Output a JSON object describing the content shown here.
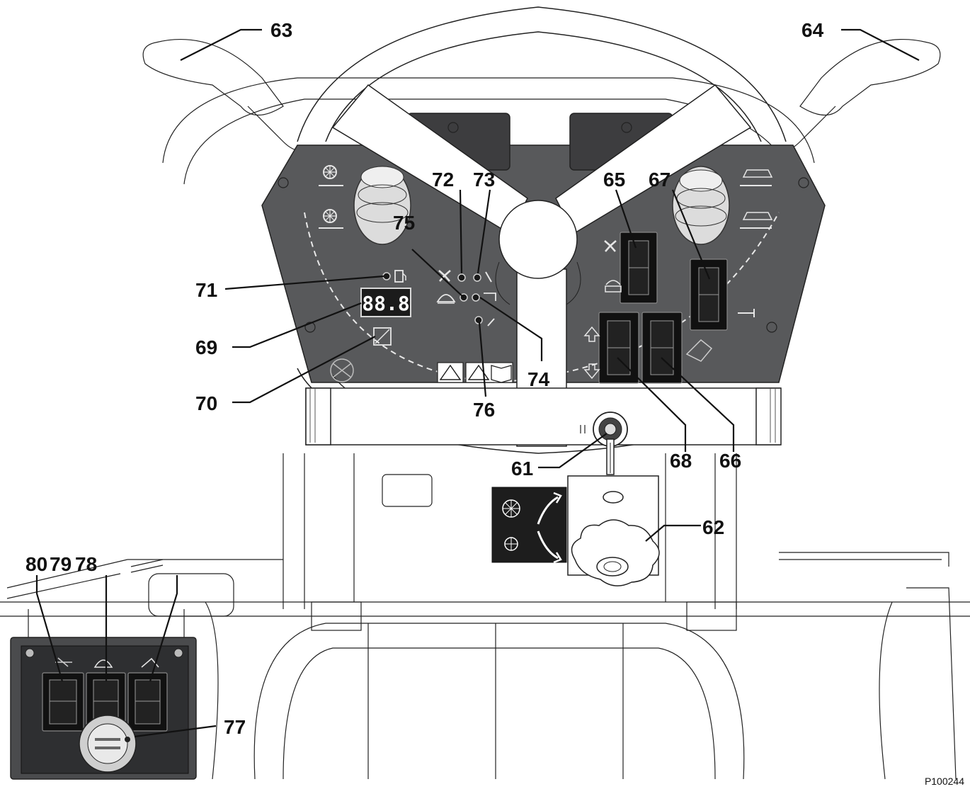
{
  "figure": {
    "reference_code": "P100244",
    "callouts": [
      {
        "id": "c63",
        "label": "63"
      },
      {
        "id": "c64",
        "label": "64"
      },
      {
        "id": "c65",
        "label": "65"
      },
      {
        "id": "c67",
        "label": "67"
      },
      {
        "id": "c72",
        "label": "72"
      },
      {
        "id": "c73",
        "label": "73"
      },
      {
        "id": "c75",
        "label": "75"
      },
      {
        "id": "c71",
        "label": "71"
      },
      {
        "id": "c69",
        "label": "69"
      },
      {
        "id": "c70",
        "label": "70"
      },
      {
        "id": "c74",
        "label": "74"
      },
      {
        "id": "c76",
        "label": "76"
      },
      {
        "id": "c61",
        "label": "61"
      },
      {
        "id": "c68",
        "label": "68"
      },
      {
        "id": "c66",
        "label": "66"
      },
      {
        "id": "c62",
        "label": "62"
      },
      {
        "id": "c80",
        "label": "80"
      },
      {
        "id": "c79",
        "label": "79"
      },
      {
        "id": "c78",
        "label": "78"
      },
      {
        "id": "c77",
        "label": "77"
      }
    ]
  },
  "display": {
    "readout": "88.8"
  },
  "icons": {
    "fan": "fan-icon",
    "fuel": "fuel-icon",
    "warning": "warning-icon",
    "manual": "manual-icon",
    "arrow_up": "arrow-up-icon",
    "arrow_down": "arrow-down-icon",
    "ignition": "ignition-key-icon",
    "brush": "brush-icon"
  },
  "colors": {
    "panel": "#58595b",
    "panel_dark": "#3d3d3f",
    "line": "#111111",
    "background": "#ffffff"
  }
}
